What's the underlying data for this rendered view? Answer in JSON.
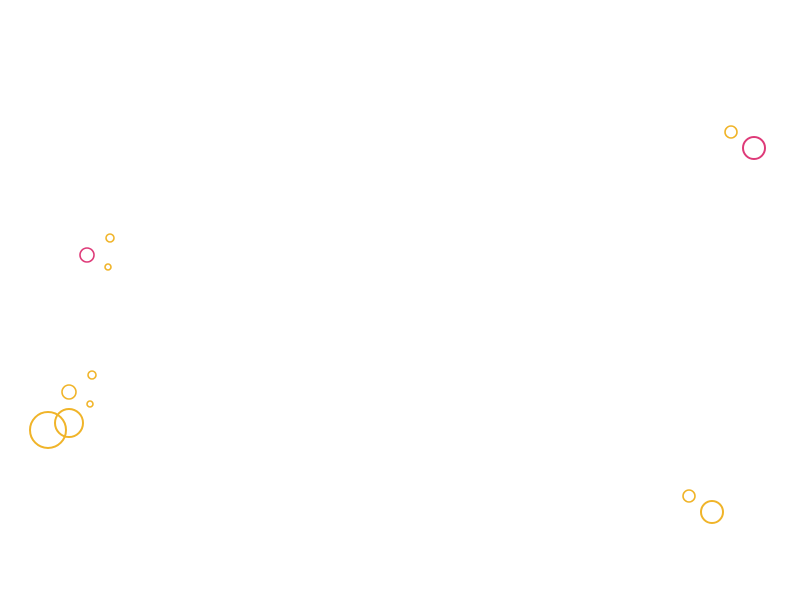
{
  "page": {
    "background_color": "#ffffff"
  },
  "decoration": {
    "type": "bubble-outlines",
    "colors": {
      "yellow": "#f0b429",
      "pink": "#de3a78"
    },
    "bubble_groups": [
      {
        "name": "top-right-cluster",
        "bubbles": [
          {
            "color": "yellow"
          },
          {
            "color": "pink"
          }
        ]
      },
      {
        "name": "upper-left-cluster",
        "bubbles": [
          {
            "color": "yellow"
          },
          {
            "color": "pink"
          },
          {
            "color": "yellow"
          }
        ]
      },
      {
        "name": "lower-left-cluster",
        "bubbles": [
          {
            "color": "yellow"
          },
          {
            "color": "yellow"
          },
          {
            "color": "yellow"
          },
          {
            "color": "yellow"
          },
          {
            "color": "yellow"
          }
        ]
      },
      {
        "name": "bottom-right-cluster",
        "bubbles": [
          {
            "color": "yellow"
          },
          {
            "color": "yellow"
          }
        ]
      }
    ]
  }
}
